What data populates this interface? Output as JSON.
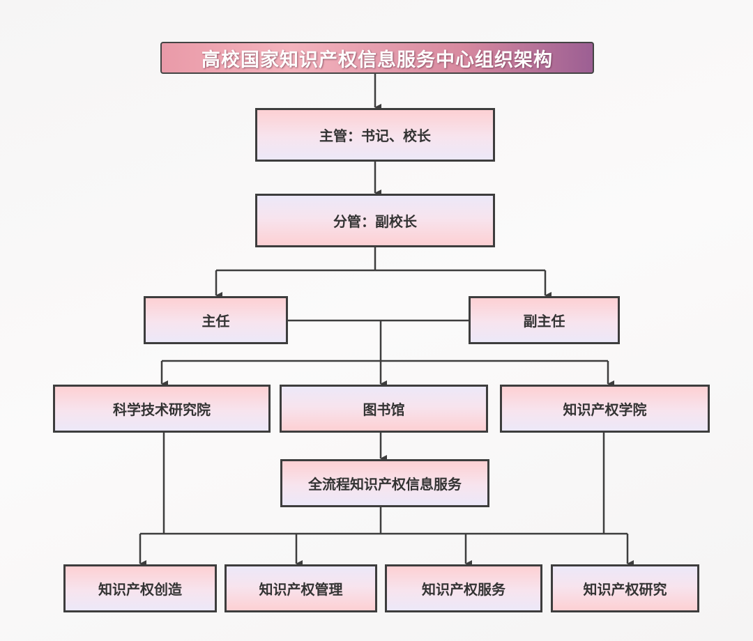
{
  "title": "高校国家知识产权信息服务中心组织架构",
  "nodes": {
    "supervisor": "主管：书记、校长",
    "deputy_supervisor": "分管：副校长",
    "director": "主任",
    "deputy_director": "副主任",
    "sci_tech_institute": "科学技术研究院",
    "library": "图书馆",
    "ip_college": "知识产权学院",
    "full_process_service": "全流程知识产权信息服务",
    "ip_creation": "知识产权创造",
    "ip_management": "知识产权管理",
    "ip_service": "知识产权服务",
    "ip_research": "知识产权研究"
  },
  "colors": {
    "line": "#3d3d3d",
    "pink": "#fdd0d3",
    "lavender": "#ece8f8"
  }
}
